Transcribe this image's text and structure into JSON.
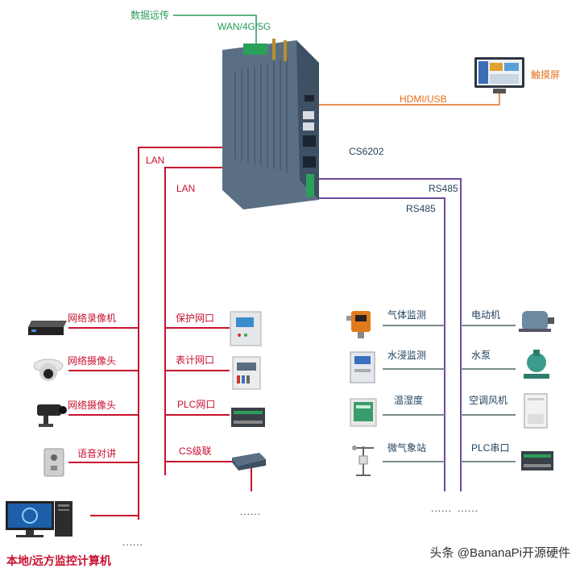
{
  "top": {
    "remote_label": "数据远传",
    "wan_label": "WAN/4G/5G",
    "model_label": "CS6202"
  },
  "touchscreen": {
    "label": "触摸屏",
    "link_label": "HDMI/USB"
  },
  "lan": {
    "label_1": "LAN",
    "label_2": "LAN"
  },
  "rs485": {
    "label_1": "RS485",
    "label_2": "RS485"
  },
  "left_devices": [
    {
      "label": "网络录像机"
    },
    {
      "label": "网络摄像头"
    },
    {
      "label": "网络摄像头"
    },
    {
      "label": "语音对讲"
    }
  ],
  "left_bottom_label": "本地/远方监控计算机",
  "mid_devices": [
    {
      "label": "保护网口"
    },
    {
      "label": "表计网口"
    },
    {
      "label": "PLC网口"
    },
    {
      "label": "CS级联"
    }
  ],
  "sensor_devices": [
    {
      "label": "气体监测"
    },
    {
      "label": "水浸监测"
    },
    {
      "label": "温湿度"
    },
    {
      "label": "微气象站"
    }
  ],
  "right_devices": [
    {
      "label": "电动机"
    },
    {
      "label": "水泵"
    },
    {
      "label": "空调风机"
    },
    {
      "label": "PLC串口"
    }
  ],
  "ellipsis": "......",
  "watermark": "头条 @BananaPi开源硬件",
  "colors": {
    "lan": "#c8102e",
    "rs485": "#6a4a9a",
    "remote": "#2a9a5a",
    "hdmi": "#e56f1a"
  }
}
